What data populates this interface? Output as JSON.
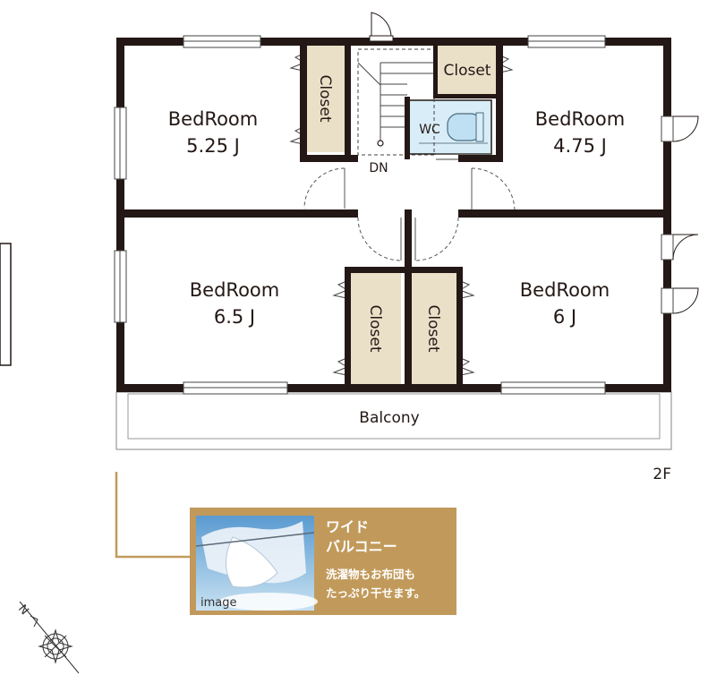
{
  "floor_label": "2F",
  "rooms": [
    {
      "name": "BedRoom",
      "size": "5.25 J"
    },
    {
      "name": "BedRoom",
      "size": "4.75 J"
    },
    {
      "name": "BedRoom",
      "size": "6.5 J"
    },
    {
      "name": "BedRoom",
      "size": "6 J"
    }
  ],
  "closets": [
    "Closet",
    "Closet",
    "Closet",
    "Closet"
  ],
  "wc_label": "WC",
  "stairs_label": "DN",
  "balcony_label": "Balcony",
  "callout": {
    "title_line1": "ワイド",
    "title_line2": "バルコニー",
    "body_line1": "洗濯物もお布団も",
    "body_line2": "たっぷり干せます。",
    "image_label": "image"
  },
  "compass_label": "N",
  "colors": {
    "wall": "#231815",
    "closet_fill": "#eae0c8",
    "wc_fill": "#d8edf7",
    "callout_bg": "#c19a5b",
    "leader_line": "#c19a5b"
  }
}
